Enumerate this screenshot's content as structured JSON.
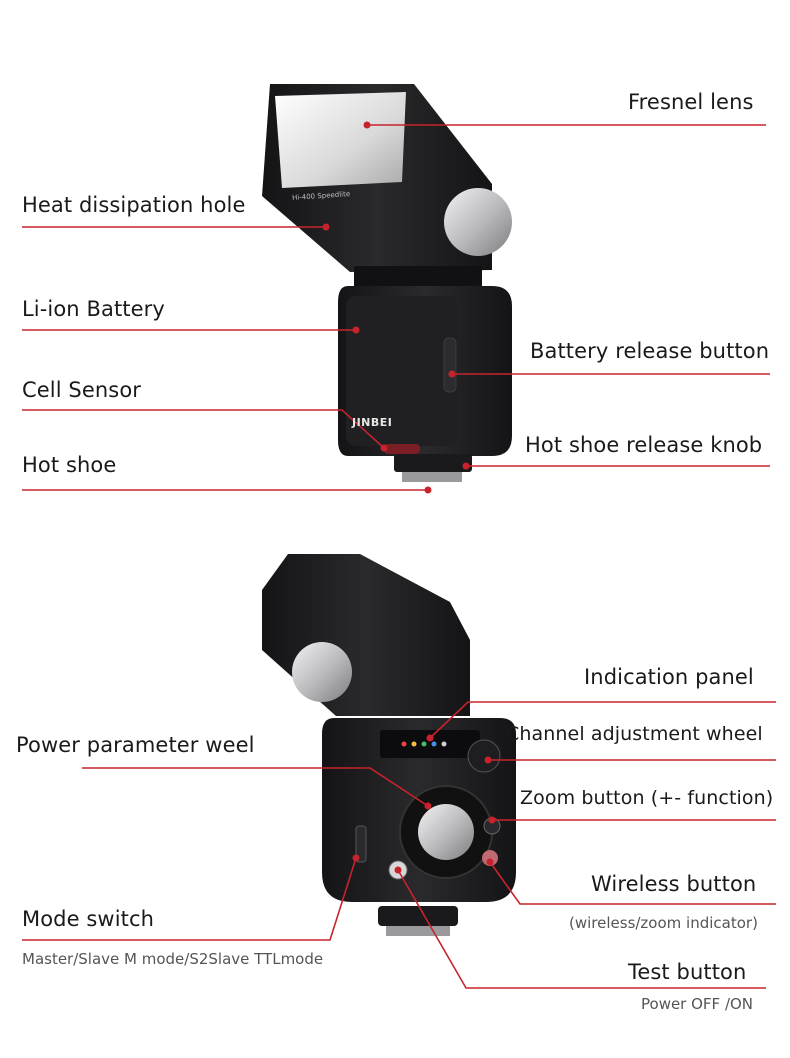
{
  "brand": "JINBEI",
  "model_text": "Hi-400 Speedlite",
  "colors": {
    "accent_line": "#c8232c",
    "body": "#1c1c1e",
    "metal": "#c9c9cb"
  },
  "callouts": {
    "fresnel_lens": "Fresnel lens",
    "heat_dissipation_hole": "Heat dissipation hole",
    "li_ion_battery": "Li-ion Battery",
    "battery_release_button": "Battery release button",
    "cell_sensor": "Cell Sensor",
    "hot_shoe": "Hot shoe",
    "hot_shoe_release_knob": "Hot shoe release knob",
    "indication_panel": "Indication panel",
    "power_parameter_wheel": "Power parameter weel",
    "channel_adjustment_wheel": "Channel adjustment wheel",
    "zoom_button": "Zoom button (+- function)",
    "wireless_button": "Wireless button",
    "wireless_sub": "(wireless/zoom indicator)",
    "mode_switch": "Mode switch",
    "mode_switch_sub": "Master/Slave M mode/S2Slave TTLmode",
    "test_button": "Test button",
    "test_button_sub": "Power OFF /ON"
  }
}
